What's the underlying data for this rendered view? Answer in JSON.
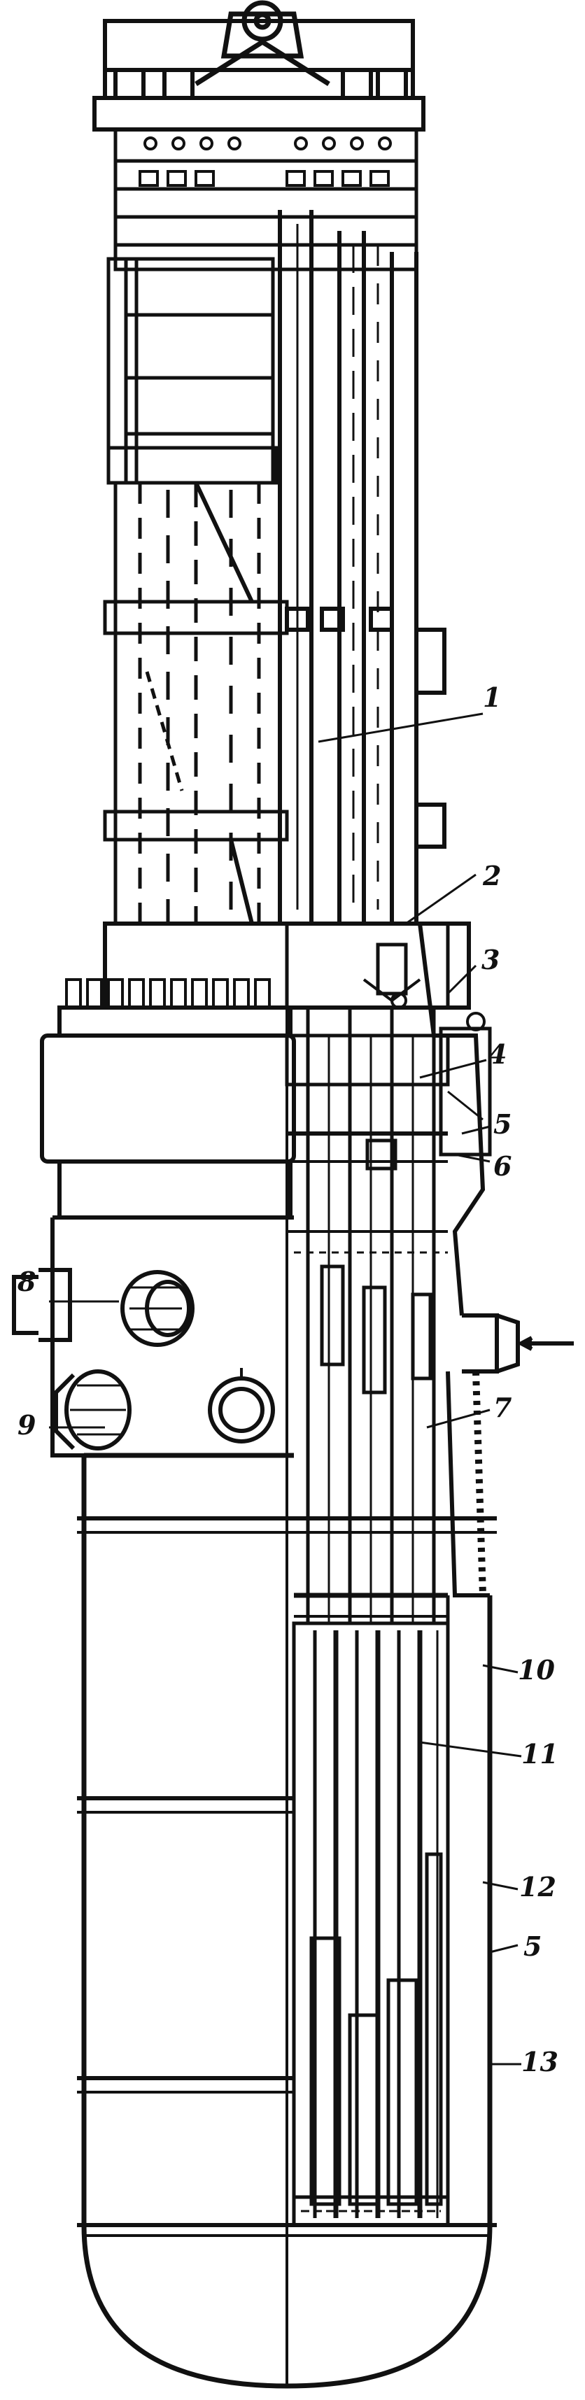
{
  "diagram": {
    "labels": [
      {
        "id": "1",
        "text": "1"
      },
      {
        "id": "2",
        "text": "2"
      },
      {
        "id": "3",
        "text": "3"
      },
      {
        "id": "4",
        "text": "4"
      },
      {
        "id": "5a",
        "text": "5"
      },
      {
        "id": "6",
        "text": "6"
      },
      {
        "id": "7",
        "text": "7"
      },
      {
        "id": "8",
        "text": "8"
      },
      {
        "id": "9",
        "text": "9"
      },
      {
        "id": "10",
        "text": "10"
      },
      {
        "id": "11",
        "text": "11"
      },
      {
        "id": "12",
        "text": "12"
      },
      {
        "id": "5b",
        "text": "5"
      },
      {
        "id": "13",
        "text": "13"
      }
    ]
  },
  "colors": {
    "ink": "#111111",
    "paper": "#ffffff"
  }
}
